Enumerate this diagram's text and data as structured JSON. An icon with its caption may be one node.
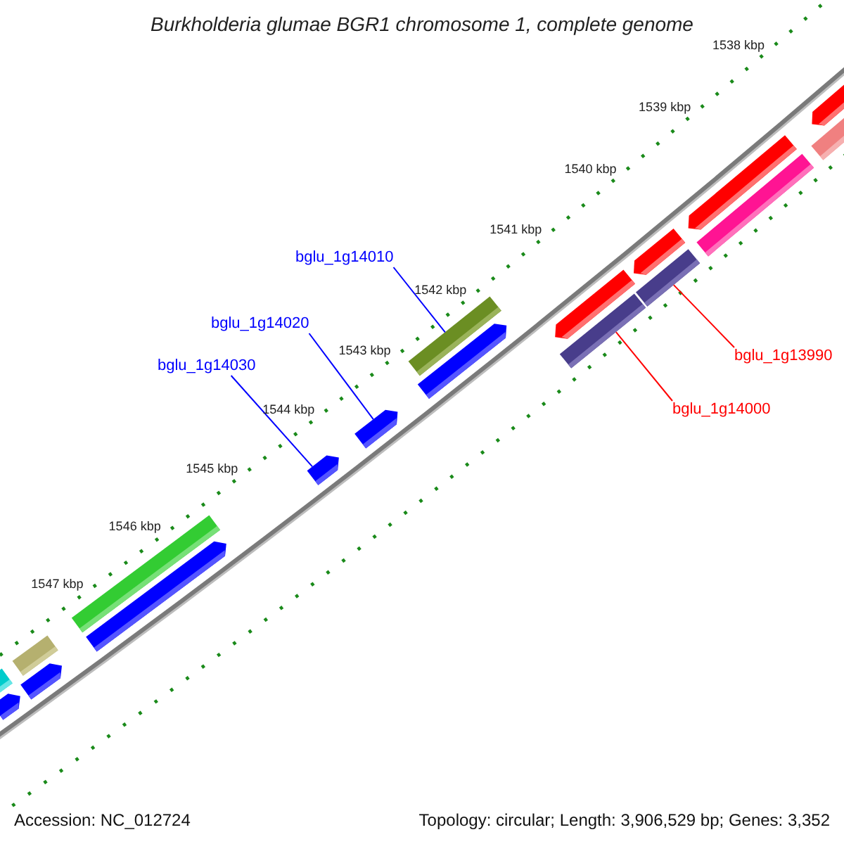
{
  "diagram": {
    "title": "Burkholderia glumae BGR1 chromosome 1, complete genome",
    "nodes": [
      {
        "text": [
          "bglu_1g14010"
        ]
      },
      {
        "text": [
          "bglu_1g14020"
        ]
      },
      {
        "text": [
          "bglu_1g14030"
        ]
      },
      {
        "text": [
          "bglu_1g13990"
        ]
      },
      {
        "text": [
          "bglu_1g14000"
        ]
      },
      {
        "text": [],
        "shape": "bar"
      },
      {
        "text": [],
        "shape": "arrow"
      },
      {
        "text": [],
        "shape": "bar"
      },
      {
        "text": [],
        "shape": "arrow"
      },
      {
        "text": [],
        "shape": "bar"
      },
      {
        "text": [],
        "shape": "arrow"
      },
      {
        "text": [],
        "shape": "arrow"
      },
      {
        "text": [],
        "shape": "arrow"
      },
      {
        "text": [],
        "shape": "bar"
      },
      {
        "text": [],
        "shape": "arrow"
      },
      {
        "text": [],
        "shape": "arrow"
      },
      {
        "text": [],
        "shape": "bar"
      },
      {
        "text": [],
        "shape": "arrow"
      },
      {
        "text": [],
        "shape": "bar"
      },
      {
        "text": [],
        "shape": "arrow"
      },
      {
        "text": [],
        "shape": "bar"
      },
      {
        "text": [],
        "shape": "arrow"
      },
      {
        "text": [],
        "shape": "bar"
      }
    ],
    "edges": [
      {
        "from": 0,
        "to": 13,
        "arrow": "none"
      },
      {
        "from": 1,
        "to": 12,
        "arrow": "none"
      },
      {
        "from": 2,
        "to": 11,
        "arrow": "none"
      },
      {
        "from": 3,
        "to": 18,
        "arrow": "none",
        "color": "#ff0000"
      },
      {
        "from": 4,
        "to": 16,
        "arrow": "none",
        "color": "#ff0000"
      }
    ],
    "labels": [
      "1538 kbp",
      "1539 kbp",
      "1540 kbp",
      "1541 kbp",
      "1542 kbp",
      "1543 kbp",
      "1544 kbp",
      "1545 kbp",
      "1546 kbp",
      "1547 kbp",
      "Accession: NC_012724",
      "Topology: circular; Length: 3,906,529 bp; Genes: 3,352"
    ]
  }
}
